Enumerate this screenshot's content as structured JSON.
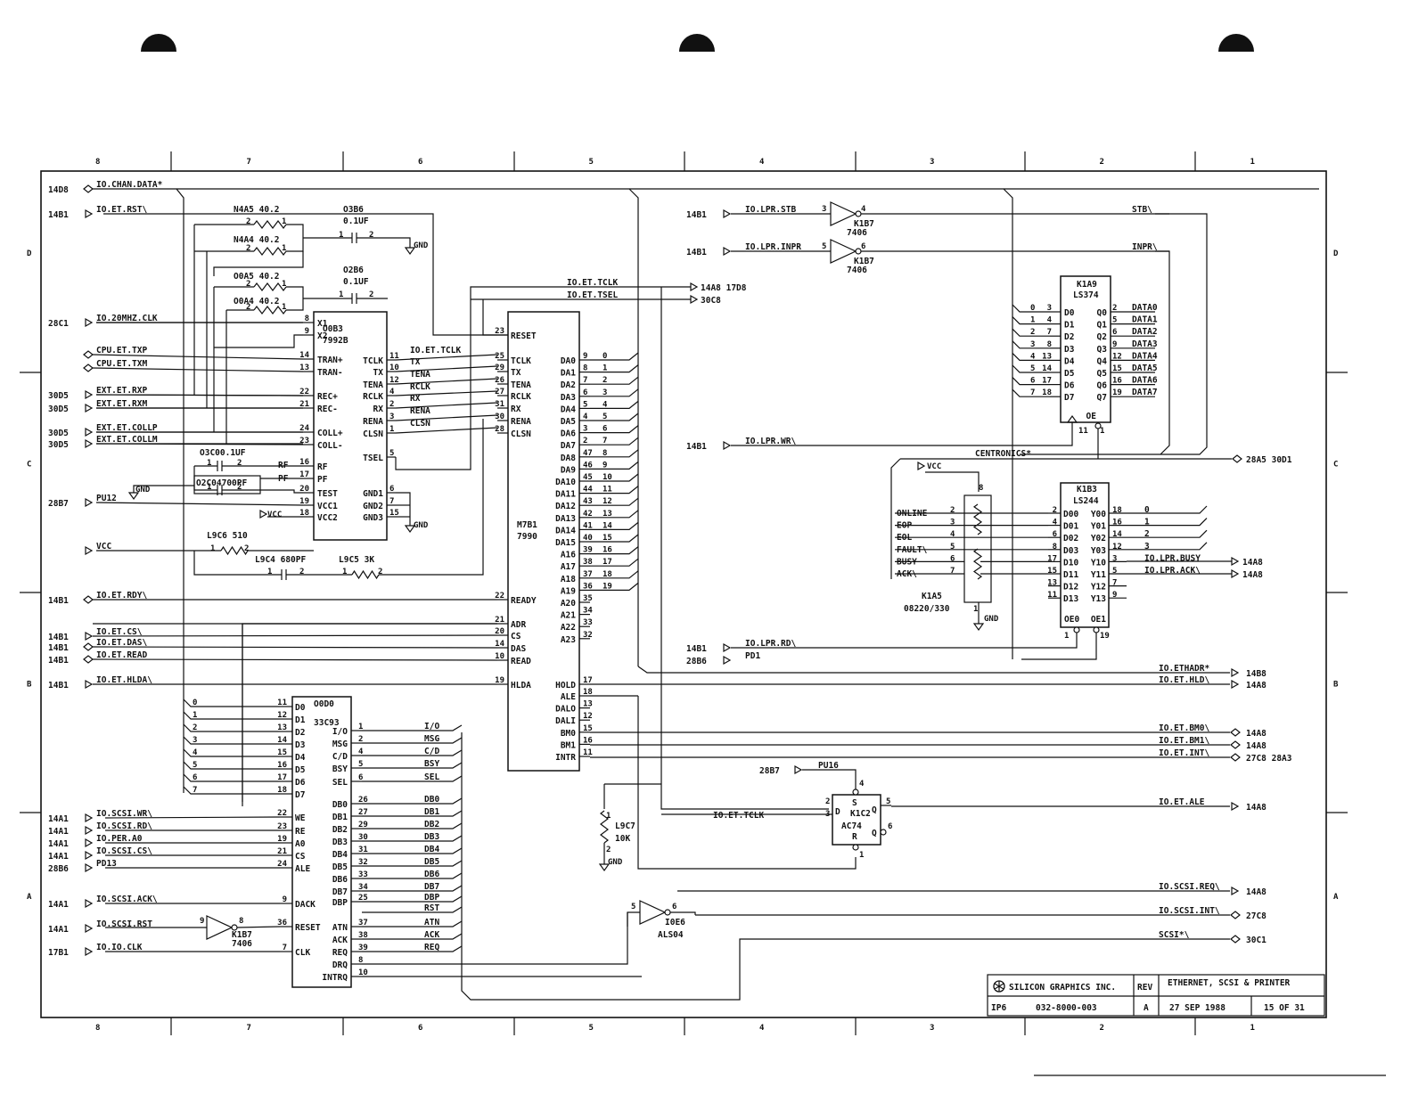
{
  "zone_columns": [
    "8",
    "7",
    "6",
    "5",
    "4",
    "3",
    "2",
    "1"
  ],
  "zone_rows": [
    "D",
    "C",
    "B",
    "A"
  ],
  "left_ports": [
    {
      "ref": "14D8",
      "signal": "IO.CHAN.DATA*"
    },
    {
      "ref": "14B1",
      "signal": "IO.ET.RST\\"
    },
    {
      "ref": "28C1",
      "signal": "IO.20MHZ.CLK"
    },
    {
      "ref": "",
      "signal": "CPU.ET.TXP"
    },
    {
      "ref": "",
      "signal": "CPU.ET.TXM"
    },
    {
      "ref": "30D5",
      "signal": "EXT.ET.RXP"
    },
    {
      "ref": "30D5",
      "signal": "EXT.ET.RXM"
    },
    {
      "ref": "30D5",
      "signal": "EXT.ET.COLLP"
    },
    {
      "ref": "30D5",
      "signal": "EXT.ET.COLLM"
    },
    {
      "ref": "28B7",
      "signal": "PU12"
    },
    {
      "ref": "",
      "signal": "VCC"
    },
    {
      "ref": "14B1",
      "signal": "IO.ET.RDY\\"
    },
    {
      "ref": "14B1",
      "signal": "IO.ET.CS\\"
    },
    {
      "ref": "14B1",
      "signal": "IO.ET.DAS\\"
    },
    {
      "ref": "14B1",
      "signal": "IO.ET.READ"
    },
    {
      "ref": "14B1",
      "signal": "IO.ET.HLDA\\"
    },
    {
      "ref": "14A1",
      "signal": "IO.SCSI.WR\\"
    },
    {
      "ref": "14A1",
      "signal": "IO.SCSI.RD\\"
    },
    {
      "ref": "14A1",
      "signal": "IO.PER.A0"
    },
    {
      "ref": "14A1",
      "signal": "IO.SCSI.CS\\"
    },
    {
      "ref": "28B6",
      "signal": "PD13"
    },
    {
      "ref": "14A1",
      "signal": "IO.SCSI.ACK\\"
    },
    {
      "ref": "14A1",
      "signal": "IO.SCSI.RST"
    },
    {
      "ref": "17B1",
      "signal": "IO.IO.CLK"
    }
  ],
  "passives": {
    "n4a5": {
      "ref": "N4A5 40.2",
      "pins": [
        "2",
        "1"
      ]
    },
    "n4a4": {
      "ref": "N4A4 40.2",
      "pins": [
        "2",
        "1"
      ]
    },
    "o3b6": {
      "ref": "O3B6",
      "value": "0.1UF",
      "pins": [
        "1",
        "2"
      ]
    },
    "o0a5": {
      "ref": "O0A5 40.2",
      "pins": [
        "2",
        "1"
      ]
    },
    "o0a4": {
      "ref": "O0A4 40.2",
      "pins": [
        "2",
        "1"
      ]
    },
    "o2b6": {
      "ref": "O2B6",
      "value": "0.1UF",
      "pins": [
        "1",
        "2"
      ]
    },
    "o3c0": {
      "ref": "O3C00.1UF",
      "pins": [
        "1",
        "2"
      ]
    },
    "o2c0": {
      "ref": "O2C04700PF",
      "pins": [
        "1",
        "2"
      ]
    },
    "l9c6": {
      "ref": "L9C6 510",
      "pins": [
        "1",
        "2"
      ]
    },
    "l9c4": {
      "ref": "L9C4 680PF",
      "pins": [
        "1",
        "2"
      ]
    },
    "l9c5": {
      "ref": "L9C5 3K",
      "pins": [
        "1",
        "2"
      ]
    },
    "l9c7": {
      "ref": "L9C7",
      "value": "10K",
      "pins": [
        "1",
        "2"
      ]
    }
  },
  "gnd": "GND",
  "vcc": "VCC",
  "u7992": {
    "ref": "O0B3",
    "part": "7992B",
    "left_pins": [
      {
        "pin": "8",
        "name": "X1"
      },
      {
        "pin": "9",
        "name": "X2"
      },
      {
        "pin": "14",
        "name": "TRAN+"
      },
      {
        "pin": "13",
        "name": "TRAN-"
      },
      {
        "pin": "22",
        "name": "REC+"
      },
      {
        "pin": "21",
        "name": "REC-"
      },
      {
        "pin": "24",
        "name": "COLL+"
      },
      {
        "pin": "23",
        "name": "COLL-"
      },
      {
        "pin": "16",
        "name": "RF"
      },
      {
        "pin": "17",
        "name": "PF"
      },
      {
        "pin": "20",
        "name": "TEST"
      },
      {
        "pin": "19",
        "name": "VCC1"
      },
      {
        "pin": "18",
        "name": "VCC2"
      }
    ],
    "right_pins": [
      {
        "pin": "11",
        "name": "TCLK"
      },
      {
        "pin": "10",
        "name": "TX"
      },
      {
        "pin": "12",
        "name": "TENA"
      },
      {
        "pin": "4",
        "name": "RCLK"
      },
      {
        "pin": "2",
        "name": "RX"
      },
      {
        "pin": "3",
        "name": "RENA"
      },
      {
        "pin": "1",
        "name": "CLSN"
      },
      {
        "pin": "5",
        "name": "TSEL"
      },
      {
        "pin": "6",
        "name": "GND1"
      },
      {
        "pin": "7",
        "name": "GND2"
      },
      {
        "pin": "15",
        "name": "GND3"
      }
    ]
  },
  "link_signals": [
    "IO.ET.TCLK",
    "TX",
    "TENA",
    "RCLK",
    "RX",
    "RENA",
    "CLSN"
  ],
  "u7990": {
    "ref": "M7B1",
    "part": "7990",
    "left_pins": [
      {
        "pin": "23",
        "name": "RESET"
      },
      {
        "pin": "25",
        "name": "TCLK"
      },
      {
        "pin": "29",
        "name": "TX"
      },
      {
        "pin": "26",
        "name": "TENA"
      },
      {
        "pin": "27",
        "name": "RCLK"
      },
      {
        "pin": "31",
        "name": "RX"
      },
      {
        "pin": "30",
        "name": "RENA"
      },
      {
        "pin": "28",
        "name": "CLSN"
      },
      {
        "pin": "22",
        "name": "READY"
      },
      {
        "pin": "21",
        "name": "ADR"
      },
      {
        "pin": "20",
        "name": "CS"
      },
      {
        "pin": "14",
        "name": "DAS"
      },
      {
        "pin": "10",
        "name": "READ"
      },
      {
        "pin": "19",
        "name": "HLDA"
      }
    ],
    "right_pins": [
      {
        "pin": "9",
        "name": "DA0",
        "bus": "0"
      },
      {
        "pin": "8",
        "name": "DA1",
        "bus": "1"
      },
      {
        "pin": "7",
        "name": "DA2",
        "bus": "2"
      },
      {
        "pin": "6",
        "name": "DA3",
        "bus": "3"
      },
      {
        "pin": "5",
        "name": "DA4",
        "bus": "4"
      },
      {
        "pin": "4",
        "name": "DA5",
        "bus": "5"
      },
      {
        "pin": "3",
        "name": "DA6",
        "bus": "6"
      },
      {
        "pin": "2",
        "name": "DA7",
        "bus": "7"
      },
      {
        "pin": "47",
        "name": "DA8",
        "bus": "8"
      },
      {
        "pin": "46",
        "name": "DA9",
        "bus": "9"
      },
      {
        "pin": "45",
        "name": "DA10",
        "bus": "10"
      },
      {
        "pin": "44",
        "name": "DA11",
        "bus": "11"
      },
      {
        "pin": "43",
        "name": "DA12",
        "bus": "12"
      },
      {
        "pin": "42",
        "name": "DA13",
        "bus": "13"
      },
      {
        "pin": "41",
        "name": "DA14",
        "bus": "14"
      },
      {
        "pin": "40",
        "name": "DA15",
        "bus": "15"
      },
      {
        "pin": "39",
        "name": "A16",
        "bus": "16"
      },
      {
        "pin": "38",
        "name": "A17",
        "bus": "17"
      },
      {
        "pin": "37",
        "name": "A18",
        "bus": "18"
      },
      {
        "pin": "36",
        "name": "A19",
        "bus": "19"
      },
      {
        "pin": "35",
        "name": "A20",
        "bus": ""
      },
      {
        "pin": "34",
        "name": "A21",
        "bus": ""
      },
      {
        "pin": "33",
        "name": "A22",
        "bus": ""
      },
      {
        "pin": "32",
        "name": "A23",
        "bus": ""
      },
      {
        "pin": "17",
        "name": "HOLD",
        "bus": ""
      },
      {
        "pin": "18",
        "name": "ALE",
        "bus": ""
      },
      {
        "pin": "13",
        "name": "DALO",
        "bus": ""
      },
      {
        "pin": "12",
        "name": "DALI",
        "bus": ""
      },
      {
        "pin": "15",
        "name": "BM0",
        "bus": ""
      },
      {
        "pin": "16",
        "name": "BM1",
        "bus": ""
      },
      {
        "pin": "11",
        "name": "INTR",
        "bus": ""
      }
    ]
  },
  "tclk_out": {
    "signal1": "IO.ET.TCLK",
    "dest1": "14A8 17D8",
    "signal2": "IO.ET.TSEL",
    "dest2": "30C8"
  },
  "u33c93": {
    "ref": "O0D0",
    "part": "33C93",
    "data_inputs": [
      "0",
      "1",
      "2",
      "3",
      "4",
      "5",
      "6",
      "7"
    ],
    "left_pins": [
      {
        "pin": "11",
        "name": "D0"
      },
      {
        "pin": "12",
        "name": "D1"
      },
      {
        "pin": "13",
        "name": "D2"
      },
      {
        "pin": "14",
        "name": "D3"
      },
      {
        "pin": "15",
        "name": "D4"
      },
      {
        "pin": "16",
        "name": "D5"
      },
      {
        "pin": "17",
        "name": "D6"
      },
      {
        "pin": "18",
        "name": "D7"
      },
      {
        "pin": "22",
        "name": "WE"
      },
      {
        "pin": "23",
        "name": "RE"
      },
      {
        "pin": "19",
        "name": "A0"
      },
      {
        "pin": "21",
        "name": "CS"
      },
      {
        "pin": "24",
        "name": "ALE"
      },
      {
        "pin": "9",
        "name": "DACK"
      },
      {
        "pin": "36",
        "name": "RESET"
      },
      {
        "pin": "7",
        "name": "CLK"
      }
    ],
    "right_pins": [
      {
        "pin": "1",
        "name": "I/O",
        "net": "I/O"
      },
      {
        "pin": "2",
        "name": "MSG",
        "net": "MSG"
      },
      {
        "pin": "4",
        "name": "C/D",
        "net": "C/D"
      },
      {
        "pin": "5",
        "name": "BSY",
        "net": "BSY"
      },
      {
        "pin": "6",
        "name": "SEL",
        "net": "SEL"
      },
      {
        "pin": "26",
        "name": "DB0",
        "net": "DB0"
      },
      {
        "pin": "27",
        "name": "DB1",
        "net": "DB1"
      },
      {
        "pin": "29",
        "name": "DB2",
        "net": "DB2"
      },
      {
        "pin": "30",
        "name": "DB3",
        "net": "DB3"
      },
      {
        "pin": "31",
        "name": "DB4",
        "net": "DB4"
      },
      {
        "pin": "32",
        "name": "DB5",
        "net": "DB5"
      },
      {
        "pin": "33",
        "name": "DB6",
        "net": "DB6"
      },
      {
        "pin": "34",
        "name": "DB7",
        "net": "DB7"
      },
      {
        "pin": "25",
        "name": "DBP",
        "net": "DBP"
      },
      {
        "pin": "",
        "name": "",
        "net": "RST"
      },
      {
        "pin": "37",
        "name": "ATN",
        "net": "ATN"
      },
      {
        "pin": "38",
        "name": "ACK",
        "net": "ACK"
      },
      {
        "pin": "39",
        "name": "REQ",
        "net": "REQ"
      },
      {
        "pin": "8",
        "name": "DRQ",
        "net": ""
      },
      {
        "pin": "10",
        "name": "INTRQ",
        "net": ""
      }
    ]
  },
  "inv_7406_reset": {
    "ref": "K1B7",
    "part": "7406",
    "pin_in": "9",
    "pin_out": "8"
  },
  "inv_7406_stb": {
    "ref": "K1B7",
    "part": "7406",
    "pin_in": "3",
    "pin_out": "4",
    "input_ref": "14B1",
    "input": "IO.LPR.STB",
    "output": "STB\\"
  },
  "inv_7406_inpr": {
    "ref": "K1B7",
    "part": "7406",
    "pin_in": "5",
    "pin_out": "6",
    "input_ref": "14B1",
    "input": "IO.LPR.INPR",
    "output": "INPR\\"
  },
  "ls374": {
    "ref": "K1A9",
    "part": "LS374",
    "inputs": [
      {
        "bus": "0",
        "pin": "3",
        "name": "D0"
      },
      {
        "bus": "1",
        "pin": "4",
        "name": "D1"
      },
      {
        "bus": "2",
        "pin": "7",
        "name": "D2"
      },
      {
        "bus": "3",
        "pin": "8",
        "name": "D3"
      },
      {
        "bus": "4",
        "pin": "13",
        "name": "D4"
      },
      {
        "bus": "5",
        "pin": "14",
        "name": "D5"
      },
      {
        "bus": "6",
        "pin": "17",
        "name": "D6"
      },
      {
        "bus": "7",
        "pin": "18",
        "name": "D7"
      }
    ],
    "outputs": [
      {
        "name": "Q0",
        "pin": "2",
        "net": "DATA0"
      },
      {
        "name": "Q1",
        "pin": "5",
        "net": "DATA1"
      },
      {
        "name": "Q2",
        "pin": "6",
        "net": "DATA2"
      },
      {
        "name": "Q3",
        "pin": "9",
        "net": "DATA3"
      },
      {
        "name": "Q4",
        "pin": "12",
        "net": "DATA4"
      },
      {
        "name": "Q5",
        "pin": "15",
        "net": "DATA5"
      },
      {
        "name": "Q6",
        "pin": "16",
        "net": "DATA6"
      },
      {
        "name": "Q7",
        "pin": "19",
        "net": "DATA7"
      }
    ],
    "clk_pin": "11",
    "oe_pin": "1",
    "oe_label": "OE"
  },
  "lpr_wr": {
    "ref": "14B1",
    "signal": "IO.LPR.WR\\"
  },
  "centronics": {
    "label": "CENTRONICS*",
    "dest": "28A5 30D1"
  },
  "resnet": {
    "ref": "K1A5",
    "part": "08220/330",
    "vcc_pin": "8",
    "gnd_pin": "1",
    "lines": [
      {
        "net": "ONLINE",
        "pin": "2"
      },
      {
        "net": "EOP",
        "pin": "3"
      },
      {
        "net": "EOL",
        "pin": "4"
      },
      {
        "net": "FAULT\\",
        "pin": "5"
      },
      {
        "net": "BUSY",
        "pin": "6"
      },
      {
        "net": "ACK\\",
        "pin": "7"
      }
    ]
  },
  "ls244": {
    "ref": "K1B3",
    "part": "LS244",
    "rows": [
      {
        "pin_in": "2",
        "name_in": "D00",
        "name_out": "Y00",
        "pin_out": "18",
        "net": "0"
      },
      {
        "pin_in": "4",
        "name_in": "D01",
        "name_out": "Y01",
        "pin_out": "16",
        "net": "1"
      },
      {
        "pin_in": "6",
        "name_in": "D02",
        "name_out": "Y02",
        "pin_out": "14",
        "net": "2"
      },
      {
        "pin_in": "8",
        "name_in": "D03",
        "name_out": "Y03",
        "pin_out": "12",
        "net": "3"
      },
      {
        "pin_in": "17",
        "name_in": "D10",
        "name_out": "Y10",
        "pin_out": "3",
        "net": "IO.LPR.BUSY"
      },
      {
        "pin_in": "15",
        "name_in": "D11",
        "name_out": "Y11",
        "pin_out": "5",
        "net": "IO.LPR.ACK\\"
      },
      {
        "pin_in": "13",
        "name_in": "D12",
        "name_out": "Y12",
        "pin_out": "7",
        "net": ""
      },
      {
        "pin_in": "11",
        "name_in": "D13",
        "name_out": "Y13",
        "pin_out": "9",
        "net": ""
      }
    ],
    "oe0": "OE0",
    "oe1": "OE1",
    "oe0_pin": "1",
    "oe1_pin": "19",
    "busy_dest": "14A8",
    "ack_dest": "14A8"
  },
  "lpr_rd": {
    "ref": "14B1",
    "signal": "IO.LPR.RD\\",
    "ref2": "28B6",
    "signal2": "PD1"
  },
  "right_outputs": [
    {
      "signal": "IO.ETHADR*",
      "dest": "14B8"
    },
    {
      "signal": "IO.ET.HLD\\",
      "dest": "14A8"
    },
    {
      "signal": "IO.ET.BM0\\",
      "dest": "14A8"
    },
    {
      "signal": "IO.ET.BM1\\",
      "dest": "14A8"
    },
    {
      "signal": "IO.ET.INT\\",
      "dest": "27C8 28A3"
    },
    {
      "signal": "IO.ET.ALE",
      "dest": "14A8"
    },
    {
      "signal": "IO.SCSI.REQ\\",
      "dest": "14A8"
    },
    {
      "signal": "IO.SCSI.INT\\",
      "dest": "27C8"
    },
    {
      "signal": "SCSI*\\",
      "dest": "30C1"
    }
  ],
  "ff": {
    "ref": "K1C2",
    "part": "AC74",
    "pu_ref": "28B7",
    "pu": "PU16",
    "s": "S",
    "r": "R",
    "d": "D",
    "q": "Q",
    "qn": "Q",
    "pin_s": "4",
    "pin_d": "2",
    "pin_clk": "3",
    "pin_q": "5",
    "pin_qn": "6",
    "pin_r": "1",
    "clk_net": "IO.ET.TCLK"
  },
  "als04": {
    "ref": "I0E6",
    "part": "ALS04",
    "pin_in": "5",
    "pin_out": "6"
  },
  "title_block": {
    "company": "SILICON GRAPHICS INC.",
    "rev_label": "REV",
    "title": "ETHERNET, SCSI & PRINTER",
    "project": "IP6",
    "drawing": "032-8000-003",
    "rev": "A",
    "date": "27 SEP 1988",
    "sheet": "15 OF 31"
  }
}
